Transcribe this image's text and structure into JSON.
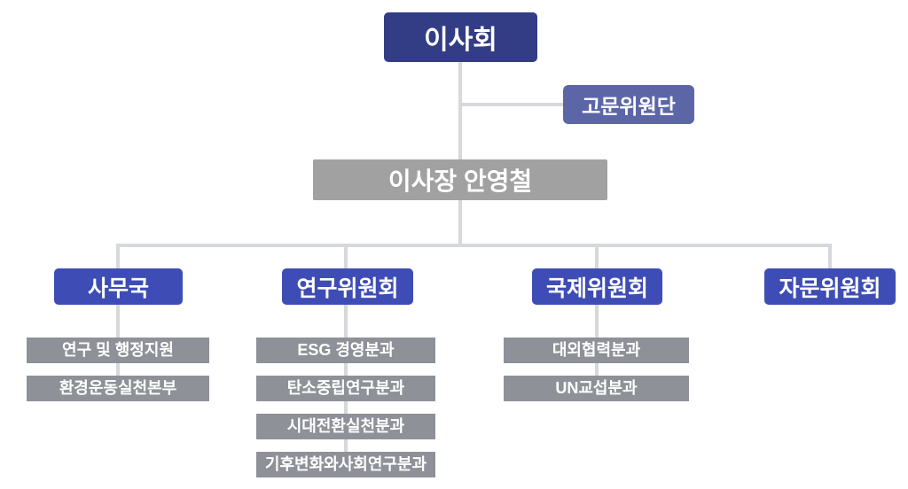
{
  "chart": {
    "title": "organization-chart",
    "root": {
      "label": "이사회"
    },
    "advisory": {
      "label": "고문위원단"
    },
    "chairman": {
      "label": "이사장 안영철"
    },
    "branches": [
      {
        "label": "사무국",
        "children": [
          "연구 및 행정지원",
          "환경운동실천본부"
        ]
      },
      {
        "label": "연구위원회",
        "children": [
          "ESG 경영분과",
          "탄소중립연구분과",
          "시대전환실천분과",
          "기후변화와사회연구분과"
        ]
      },
      {
        "label": "국제위원회",
        "children": [
          "대외협력분과",
          "UN교섭분과"
        ]
      },
      {
        "label": "자문위원회",
        "children": []
      }
    ],
    "colors": {
      "bg": "#ffffff",
      "root_box": "#323d86",
      "advisory_box": "#5c66a7",
      "chairman_box": "#a1a1a1",
      "branch_box": "#3e4db5",
      "sub_box": "#8e9198",
      "line": "#d6d8db",
      "text": "#ffffff"
    }
  }
}
